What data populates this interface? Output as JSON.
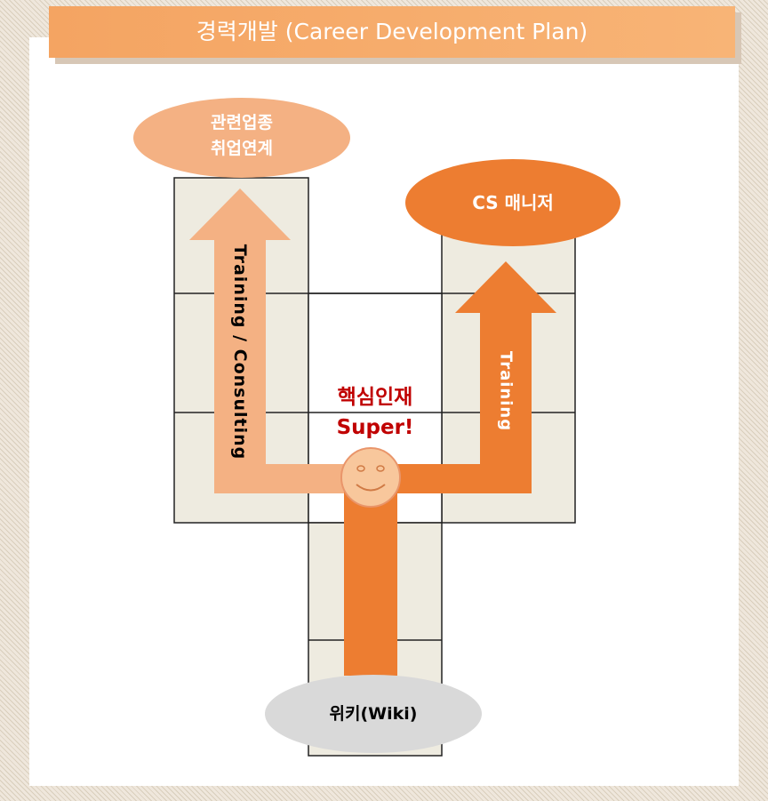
{
  "title": "경력개발 (Career Development Plan)",
  "nodes": {
    "top_left_line1": "관련업종",
    "top_left_line2": "취업연계",
    "top_right": "CS 매니저",
    "bottom": "위키(Wiki)"
  },
  "arrows": {
    "left_label": "Training / Consulting",
    "right_label": "Training"
  },
  "center": {
    "line1": "핵심인재",
    "line2": "Super!"
  },
  "colors": {
    "orange_strong": "#ed7d31",
    "orange_light": "#f4b183",
    "grid_fill": "#eeebe0",
    "bottom_node": "#d9d9d9",
    "center_text": "#c00000",
    "title_bg": "#f5a762"
  }
}
